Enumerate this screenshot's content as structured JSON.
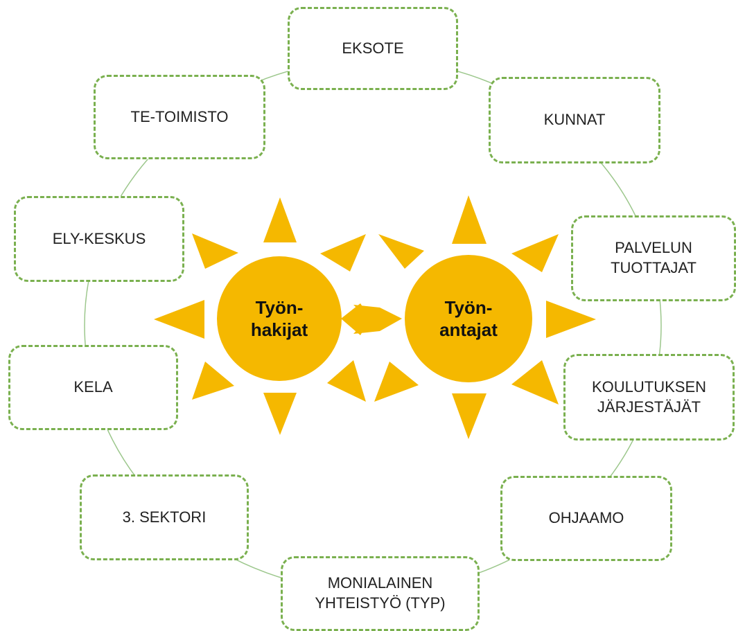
{
  "colors": {
    "node_border": "#7ab04f",
    "ring": "#9cc78c",
    "sun": "#f5b800",
    "text": "#222222"
  },
  "center": {
    "left_sun": "Työn-\nhakijat",
    "right_sun": "Työn-\nantajat"
  },
  "nodes": {
    "eksote": "EKSOTE",
    "kunnat": "KUNNAT",
    "palvelun_tuottajat": "PALVELUN\nTUOTTAJAT",
    "koulutuksen_jarjestajat": "KOULUTUKSEN\nJÄRJESTÄJÄT",
    "ohjaamo": "OHJAAMO",
    "monialainen": "MONIALAINEN\nYHTEISTYÖ (TYP)",
    "sektori": "3. SEKTORI",
    "kela": "KELA",
    "ely": "ELY-KESKUS",
    "te_toimisto": "TE-TOIMISTO"
  }
}
